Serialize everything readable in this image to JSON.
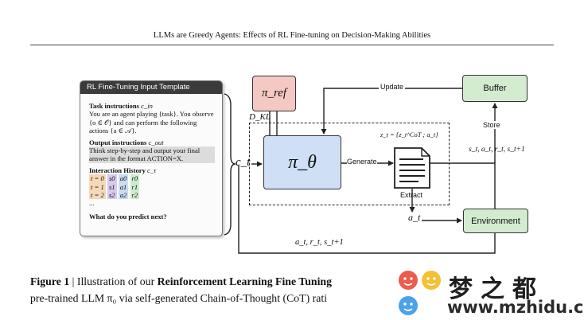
{
  "running_head": "LLMs are Greedy Agents: Effects of RL Fine-tuning on Decision-Making Abilities",
  "template": {
    "title": "RL Fine-Tuning Input Template",
    "task_head": "Task instructions",
    "task_sub": "c_in",
    "task_text": "You are an agent playing {task}. You observe {o ∈ 𝒪} and can perform the following actions {a ∈ 𝒜}.",
    "output_head": "Output instructions",
    "output_sub": "c_out",
    "output_text": "Think step-by-step and output your final answer in the format ACTION=X.",
    "history_head": "Interaction History",
    "history_sub": "c_τ",
    "history": [
      {
        "t": "t = 0",
        "s": "s0",
        "a": "a0",
        "r": "r0"
      },
      {
        "t": "t = 1",
        "s": "s1",
        "a": "a1",
        "r": "r1"
      },
      {
        "t": "t = 2",
        "s": "s2",
        "a": "a2",
        "r": "r2"
      }
    ],
    "ellipsis": "...",
    "question": "What do you predict next?"
  },
  "diagram": {
    "pi_ref": "π_ref",
    "pi_theta": "π_θ",
    "buffer": "Buffer",
    "environment": "Environment",
    "update": "Update",
    "store": "Store",
    "generate": "Generate",
    "extract": "Extract",
    "dkl": "D_KL",
    "ct": "c_t",
    "zt": "z_t = {z_t^CoT ; a_t}",
    "at": "a_t",
    "transition": "s_t, a_t, r_t, s_t+1",
    "feedback": "a_t, r_t, s_t+1"
  },
  "caption": {
    "label": "Figure 1",
    "sep": " | Illustration of our ",
    "bold": "Reinforcement Learning Fine Tuning",
    "line2": "pre-trained LLM π₀ via self-generated Chain-of-Thought (CoT) rati"
  },
  "watermark": {
    "cn": "梦之都",
    "url": "www.mzhidu.com"
  }
}
